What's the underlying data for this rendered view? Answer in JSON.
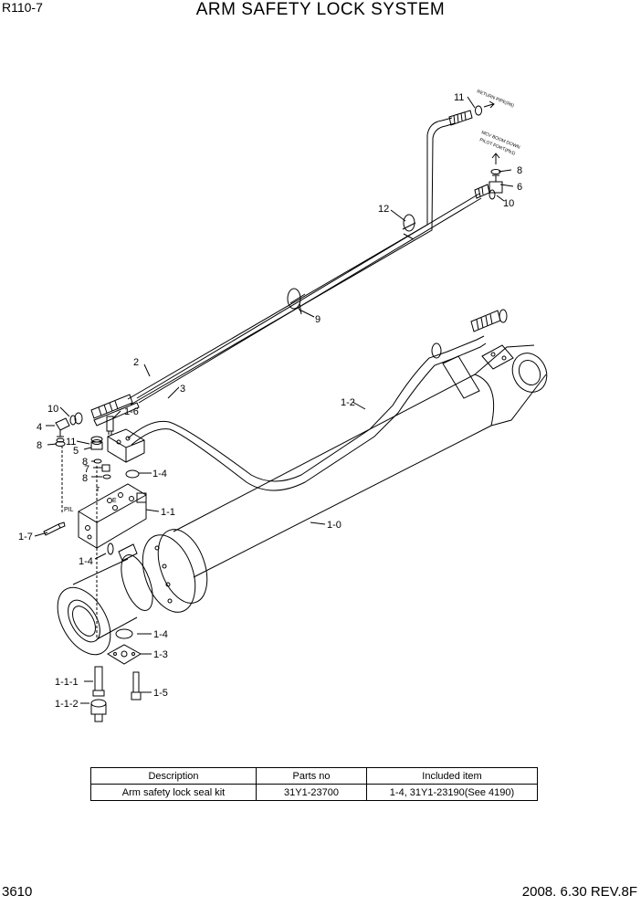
{
  "header": {
    "model": "R110-7",
    "title": "ARM SAFETY LOCK SYSTEM"
  },
  "callouts": {
    "c11_top": "11",
    "c6": "6",
    "c8_right": "8",
    "c10_right": "10",
    "c12": "12",
    "c9": "9",
    "c2": "2",
    "c3": "3",
    "c1_2": "1-2",
    "c1_0": "1-0",
    "c10_left": "10",
    "c4": "4",
    "c8_left": "8",
    "c11_left": "11",
    "c1_6": "1-6",
    "c5": "5",
    "c8_mid": "8",
    "c7": "7",
    "c8_low": "8",
    "c1_4_a": "1-4",
    "c1_1": "1-1",
    "c1_7": "1-7",
    "c1_4_b": "1-4",
    "c1_4_c": "1-4",
    "c1_3": "1-3",
    "c1_1_1": "1-1-1",
    "c1_5": "1-5",
    "c1_1_2": "1-1-2"
  },
  "annotations": {
    "return_pipe": "RETURN PIPE(R6)",
    "mcv_line1": "MCV BOOM DOWN",
    "mcv_line2": "PILOT PORT(Pb1)",
    "port_pil": "PIL",
    "port_t": "T",
    "port_e": "E"
  },
  "parts_table": {
    "headers": [
      "Description",
      "Parts no",
      "Included item"
    ],
    "rows": [
      [
        "Arm safety lock seal kit",
        "31Y1-23700",
        "1-4, 31Y1-23190(See 4190)"
      ]
    ]
  },
  "footer": {
    "page": "3610",
    "revision": "2008. 6.30  REV.8F"
  }
}
